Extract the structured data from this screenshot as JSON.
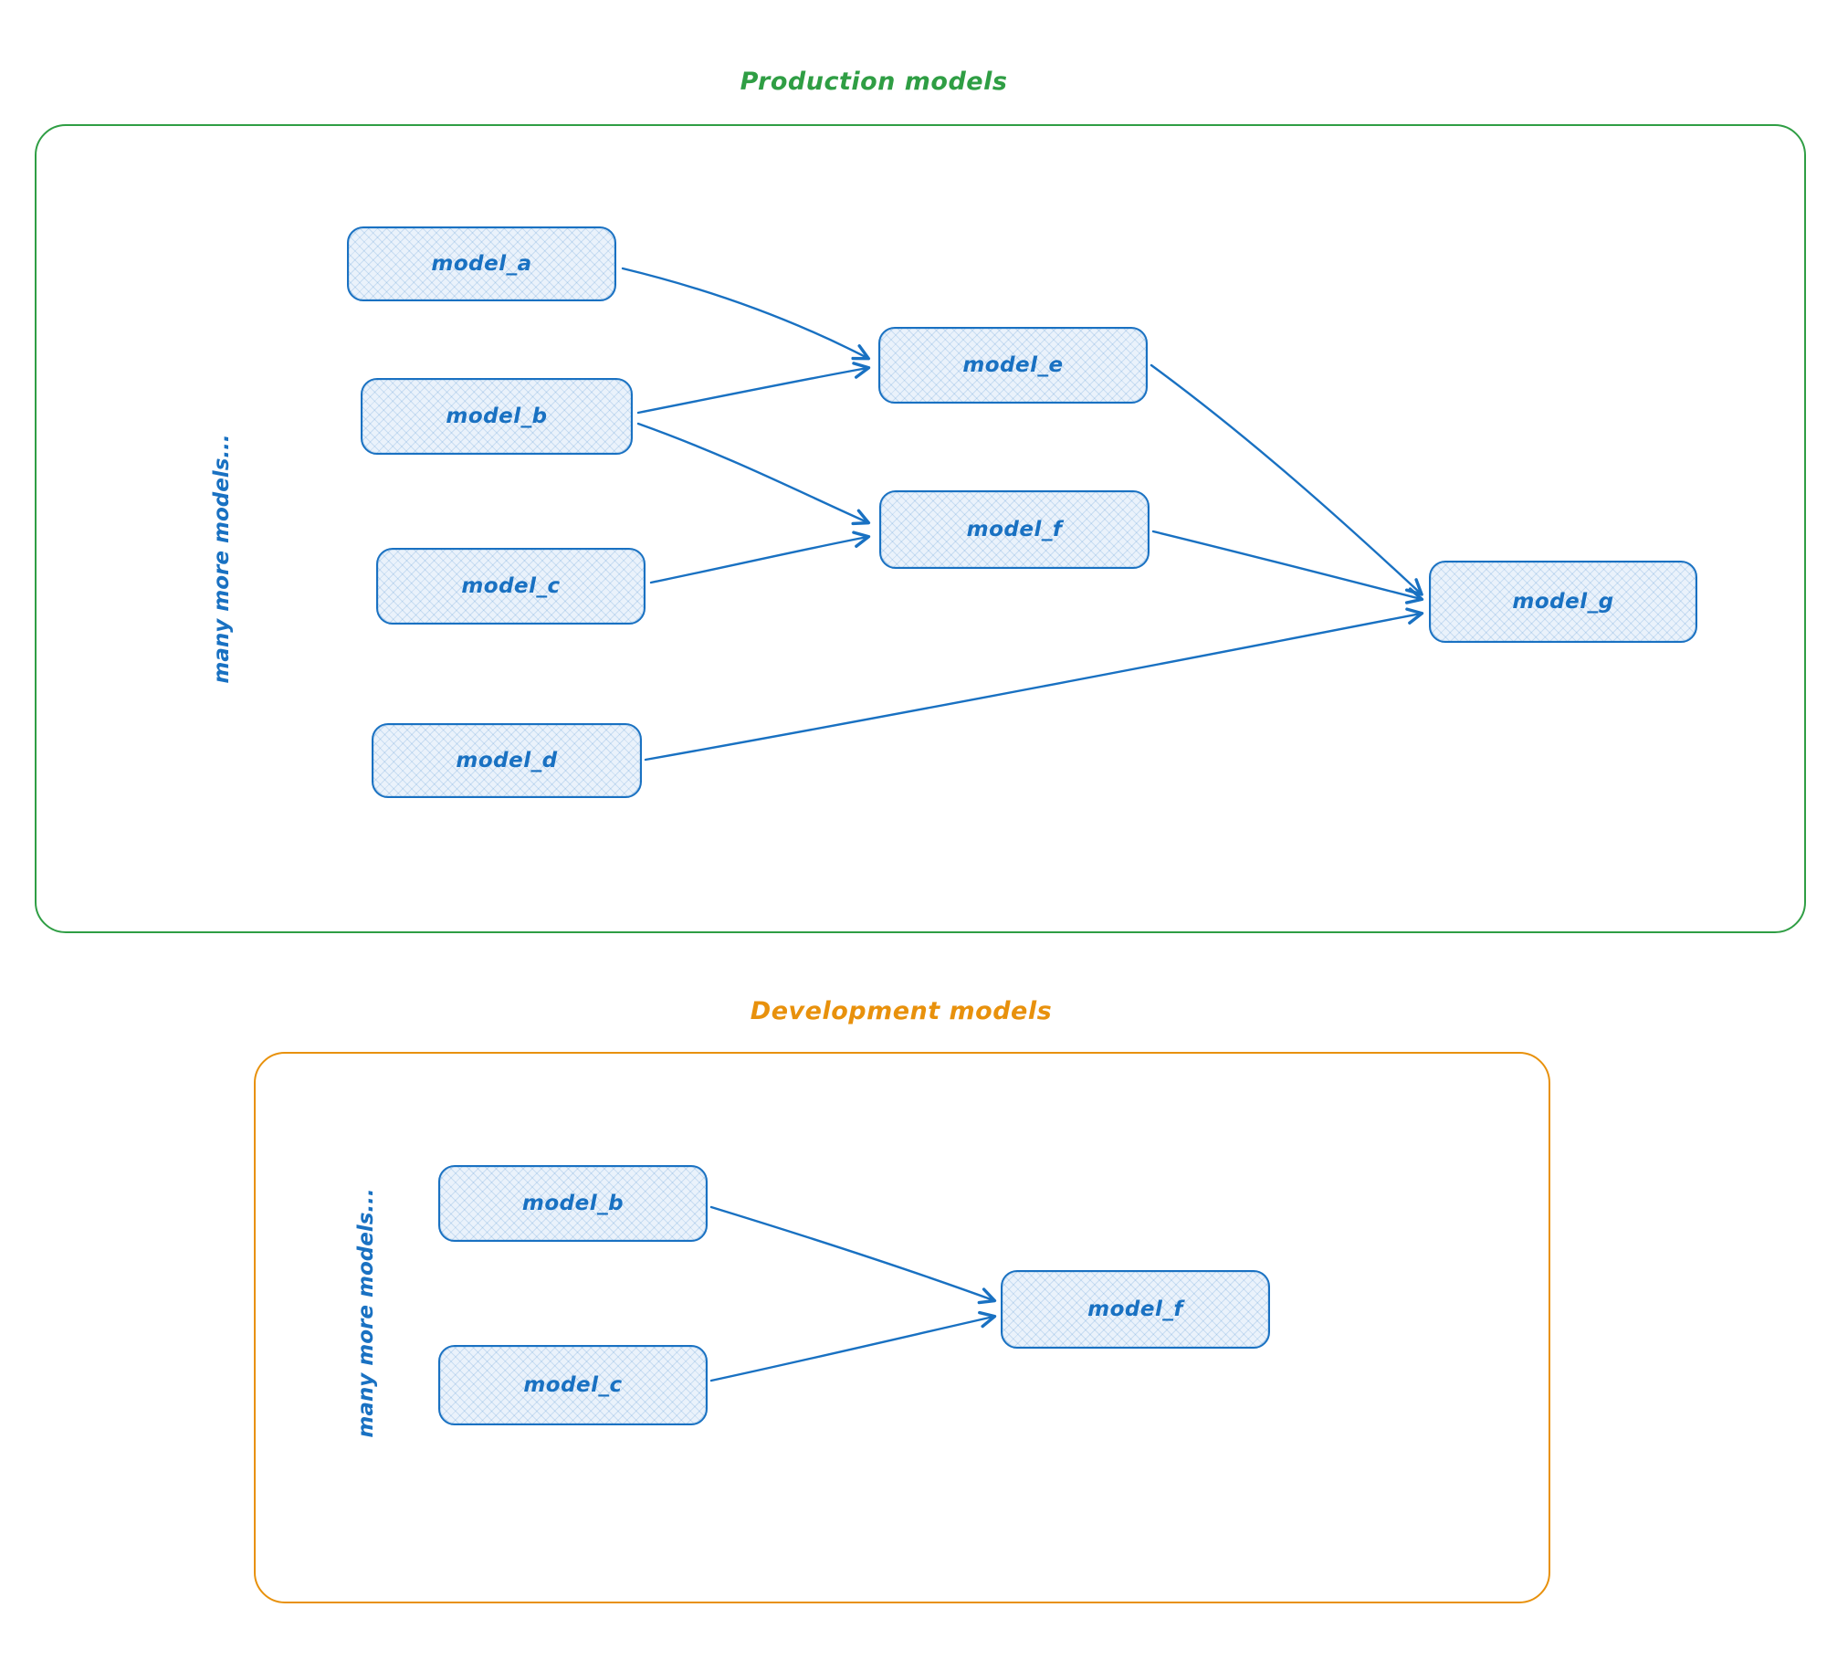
{
  "colors": {
    "node_stroke": "#1971c2",
    "node_fill": "#eaf2fb",
    "production_accent": "#2f9e44",
    "development_accent": "#e8910c"
  },
  "production": {
    "title": "Production models",
    "side_label": "many more models...",
    "nodes": {
      "model_a": "model_a",
      "model_b": "model_b",
      "model_c": "model_c",
      "model_d": "model_d",
      "model_e": "model_e",
      "model_f": "model_f",
      "model_g": "model_g"
    },
    "edges": [
      {
        "from": "model_a",
        "to": "model_e"
      },
      {
        "from": "model_b",
        "to": "model_e"
      },
      {
        "from": "model_b",
        "to": "model_f"
      },
      {
        "from": "model_c",
        "to": "model_f"
      },
      {
        "from": "model_e",
        "to": "model_g"
      },
      {
        "from": "model_f",
        "to": "model_g"
      },
      {
        "from": "model_d",
        "to": "model_g"
      }
    ]
  },
  "development": {
    "title": "Development models",
    "side_label": "many more models...",
    "nodes": {
      "model_b": "model_b",
      "model_c": "model_c",
      "model_f": "model_f"
    },
    "edges": [
      {
        "from": "model_b",
        "to": "model_f"
      },
      {
        "from": "model_c",
        "to": "model_f"
      }
    ]
  }
}
